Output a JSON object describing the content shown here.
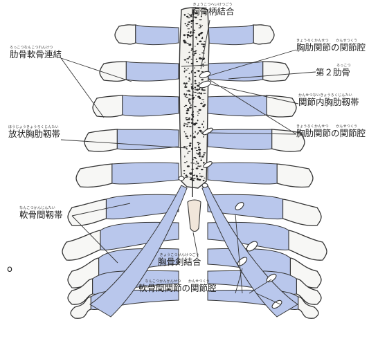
{
  "colors": {
    "cartilage": "#b9c7ec",
    "bone": "#f7f7f5",
    "outline": "#333333",
    "sternum_speckle": "#2b2b2b",
    "leader_line": "#333333"
  },
  "labels": {
    "manubriosternal": {
      "text": "胸骨柄結合",
      "ruby": "きょうこつへいけつごう"
    },
    "costochondral": {
      "text": "肋骨軟骨連結",
      "ruby": "ろっこつなんこつれんけつ"
    },
    "radiate_ligament": {
      "text": "放状胸肋靱帯",
      "ruby": "ほうじょうきょうろくじんたい"
    },
    "interchondral_ligament": {
      "text": "軟骨間靱帯",
      "ruby": "なんこつかんじんたい"
    },
    "xiphisternal": {
      "text": "胸骨剣結合",
      "ruby": "きょうこつけんけつごう"
    },
    "interchondral_cavity": {
      "text": "軟骨間関節の関節腔",
      "ruby": "なんこつかんかんせつ　　かんせつくう"
    },
    "sternocostal_cavity_top": {
      "text": "胸肋関節の関節腔",
      "ruby": "きょうろくかんせつ　　かんせつくう"
    },
    "second_rib": {
      "text": "第２肋骨",
      "ruby": "ろっこつ"
    },
    "intraarticular_ligament": {
      "text": "関節内胸肋靱帯",
      "ruby": "かんせつないきょうろくじんたい"
    },
    "sternocostal_cavity_bottom": {
      "text": "胸肋関節の関節腔",
      "ruby": "きょうろくかんせつ　　かんせつくう"
    }
  },
  "margin_mark": "o"
}
